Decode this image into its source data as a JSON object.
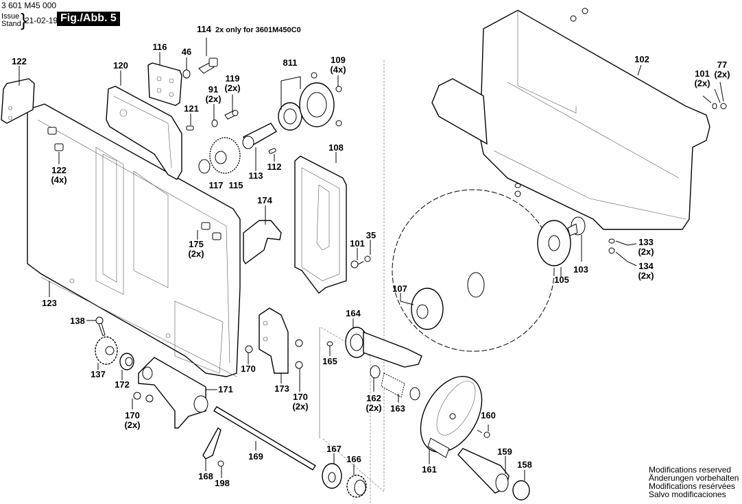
{
  "header": {
    "doc_number": "3 601 M45 000",
    "issue_label_en": "Issue",
    "issue_label_de": "Stand",
    "issue_date": "21-02-19",
    "figure_label": "Fig./Abb. 5"
  },
  "note": {
    "part": "114",
    "text": "2x only for 3601M450C0"
  },
  "footer": {
    "lines": [
      "Modifications reserved",
      "Änderungen vorbehalten",
      "Modifications resérvées",
      "Salvo modificaciones"
    ]
  },
  "parts": [
    {
      "id": "122a",
      "number": "122",
      "qty": ""
    },
    {
      "id": "120",
      "number": "120",
      "qty": ""
    },
    {
      "id": "116",
      "number": "116",
      "qty": ""
    },
    {
      "id": "46",
      "number": "46",
      "qty": ""
    },
    {
      "id": "119",
      "number": "119",
      "qty": "(2x)"
    },
    {
      "id": "91",
      "number": "91",
      "qty": "(2x)"
    },
    {
      "id": "121",
      "number": "121",
      "qty": ""
    },
    {
      "id": "811",
      "number": "811",
      "qty": ""
    },
    {
      "id": "109",
      "number": "109",
      "qty": "(4x)"
    },
    {
      "id": "108",
      "number": "108",
      "qty": ""
    },
    {
      "id": "112",
      "number": "112",
      "qty": ""
    },
    {
      "id": "113",
      "number": "113",
      "qty": ""
    },
    {
      "id": "115",
      "number": "115",
      "qty": ""
    },
    {
      "id": "117",
      "number": "117",
      "qty": ""
    },
    {
      "id": "122b",
      "number": "122",
      "qty": "(4x)"
    },
    {
      "id": "102",
      "number": "102",
      "qty": ""
    },
    {
      "id": "101a",
      "number": "101",
      "qty": "(2x)"
    },
    {
      "id": "77",
      "number": "77",
      "qty": "(2x)"
    },
    {
      "id": "174",
      "number": "174",
      "qty": ""
    },
    {
      "id": "175",
      "number": "175",
      "qty": "(2x)"
    },
    {
      "id": "101b",
      "number": "101",
      "qty": ""
    },
    {
      "id": "35",
      "number": "35",
      "qty": ""
    },
    {
      "id": "133",
      "number": "133",
      "qty": "(2x)"
    },
    {
      "id": "134",
      "number": "134",
      "qty": "(2x)"
    },
    {
      "id": "105",
      "number": "105",
      "qty": ""
    },
    {
      "id": "103",
      "number": "103",
      "qty": ""
    },
    {
      "id": "107",
      "number": "107",
      "qty": ""
    },
    {
      "id": "123",
      "number": "123",
      "qty": ""
    },
    {
      "id": "138",
      "number": "138",
      "qty": ""
    },
    {
      "id": "164",
      "number": "164",
      "qty": ""
    },
    {
      "id": "165",
      "number": "165",
      "qty": ""
    },
    {
      "id": "137",
      "number": "137",
      "qty": ""
    },
    {
      "id": "172",
      "number": "172",
      "qty": ""
    },
    {
      "id": "170a",
      "number": "170",
      "qty": ""
    },
    {
      "id": "171",
      "number": "171",
      "qty": ""
    },
    {
      "id": "173",
      "number": "173",
      "qty": ""
    },
    {
      "id": "170b",
      "number": "170",
      "qty": "(2x)"
    },
    {
      "id": "162",
      "number": "162",
      "qty": "(2x)"
    },
    {
      "id": "163",
      "number": "163",
      "qty": ""
    },
    {
      "id": "170c",
      "number": "170",
      "qty": "(2x)"
    },
    {
      "id": "160",
      "number": "160",
      "qty": ""
    },
    {
      "id": "169",
      "number": "169",
      "qty": ""
    },
    {
      "id": "167",
      "number": "167",
      "qty": ""
    },
    {
      "id": "166",
      "number": "166",
      "qty": ""
    },
    {
      "id": "159",
      "number": "159",
      "qty": ""
    },
    {
      "id": "158",
      "number": "158",
      "qty": ""
    },
    {
      "id": "161",
      "number": "161",
      "qty": ""
    },
    {
      "id": "168",
      "number": "168",
      "qty": ""
    },
    {
      "id": "198",
      "number": "198",
      "qty": ""
    }
  ]
}
